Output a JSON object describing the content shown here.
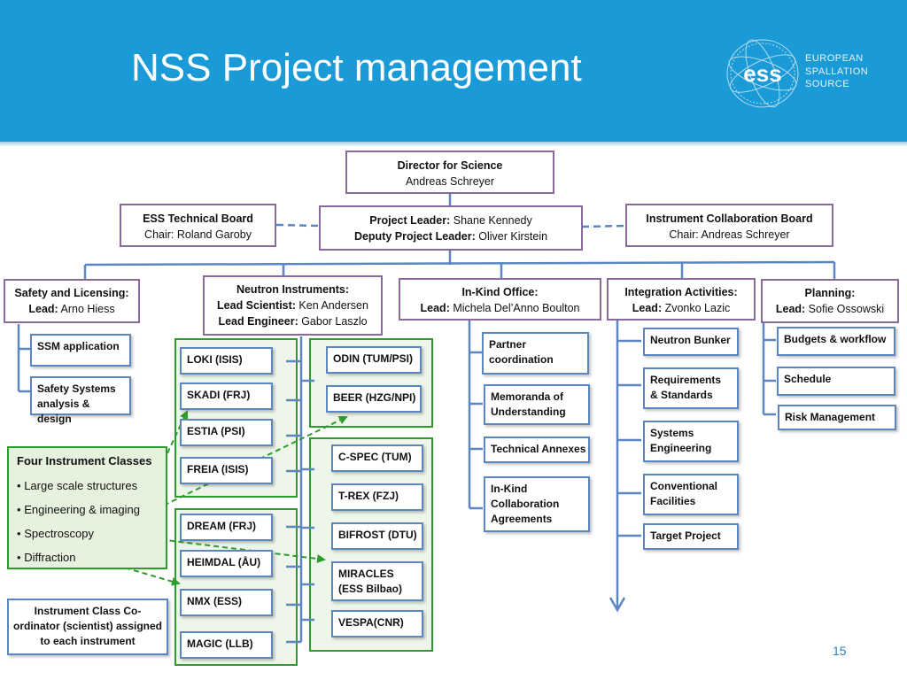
{
  "title": "NSS Project management",
  "logo": {
    "mark": "ess",
    "line1": "EUROPEAN",
    "line2": "SPALLATION",
    "line3": "SOURCE"
  },
  "director": {
    "title": "Director for Science",
    "name": "Andreas Schreyer"
  },
  "technical_board": {
    "title": "ESS Technical Board",
    "chair": "Chair: Roland Garoby"
  },
  "project_leader": {
    "pl_label": "Project Leader:",
    "pl_name": " Shane Kennedy",
    "dpl_label": "Deputy Project Leader:",
    "dpl_name": " Oliver Kirstein"
  },
  "collab_board": {
    "title": "Instrument Collaboration Board",
    "chair": "Chair: Andreas Schreyer"
  },
  "safety": {
    "title": "Safety and Licensing:",
    "lead_label": "Lead:",
    "lead_name": " Arno Hiess",
    "items": [
      "SSM application",
      "Safety Systems analysis & design"
    ]
  },
  "neutron": {
    "title": "Neutron Instruments:",
    "sci_label": "Lead Scientist:",
    "sci_name": " Ken Andersen",
    "eng_label": "Lead Engineer:",
    "eng_name": " Gabor Laszlo"
  },
  "inkind": {
    "title": "In-Kind Office:",
    "lead_label": "Lead:",
    "lead_name": " Michela Del’Anno Boulton",
    "items": [
      "Partner coordination",
      "Memoranda of Understanding",
      "Technical Annexes",
      "In-Kind Collaboration Agreements"
    ]
  },
  "integration": {
    "title": "Integration Activities:",
    "lead_label": "Lead:",
    "lead_name": " Zvonko Lazic",
    "items": [
      "Neutron Bunker",
      "Requirements & Standards",
      "Systems Engineering",
      "Conventional Facilities",
      "Target Project"
    ]
  },
  "planning": {
    "title": "Planning:",
    "lead_label": "Lead:",
    "lead_name": " Sofie Ossowski",
    "items": [
      "Budgets & workflow",
      "Schedule",
      "Risk Management"
    ]
  },
  "instruments": {
    "left": [
      "LOKI  (ISIS)",
      "SKADI (FRJ)",
      "ESTIA (PSI)",
      "FREIA (ISIS)",
      "DREAM (FRJ)",
      "HEIMDAL (ÅU)",
      "NMX (ESS)",
      "MAGIC (LLB)"
    ],
    "right": [
      "ODIN (TUM/PSI)",
      "BEER (HZG/NPI)",
      "C-SPEC (TUM)",
      "T-REX (FZJ)",
      "BIFROST (DTU)",
      "MIRACLES (ESS Bilbao)",
      "VESPA(CNR)"
    ]
  },
  "classes": {
    "title": "Four Instrument Classes",
    "items": [
      "Large scale structures",
      "Engineering & imaging",
      "Spectroscopy",
      "Diffraction"
    ],
    "bullet": "•"
  },
  "coordinator": "Instrument Class Co-ordinator (scientist) assigned to each instrument",
  "page_number": "15",
  "colors": {
    "header": "#1a9ad6",
    "purple_border": "#8a6a9e",
    "blue_border": "#5b86c0",
    "green": "#2e9b2e",
    "connector": "#5b86c0"
  }
}
